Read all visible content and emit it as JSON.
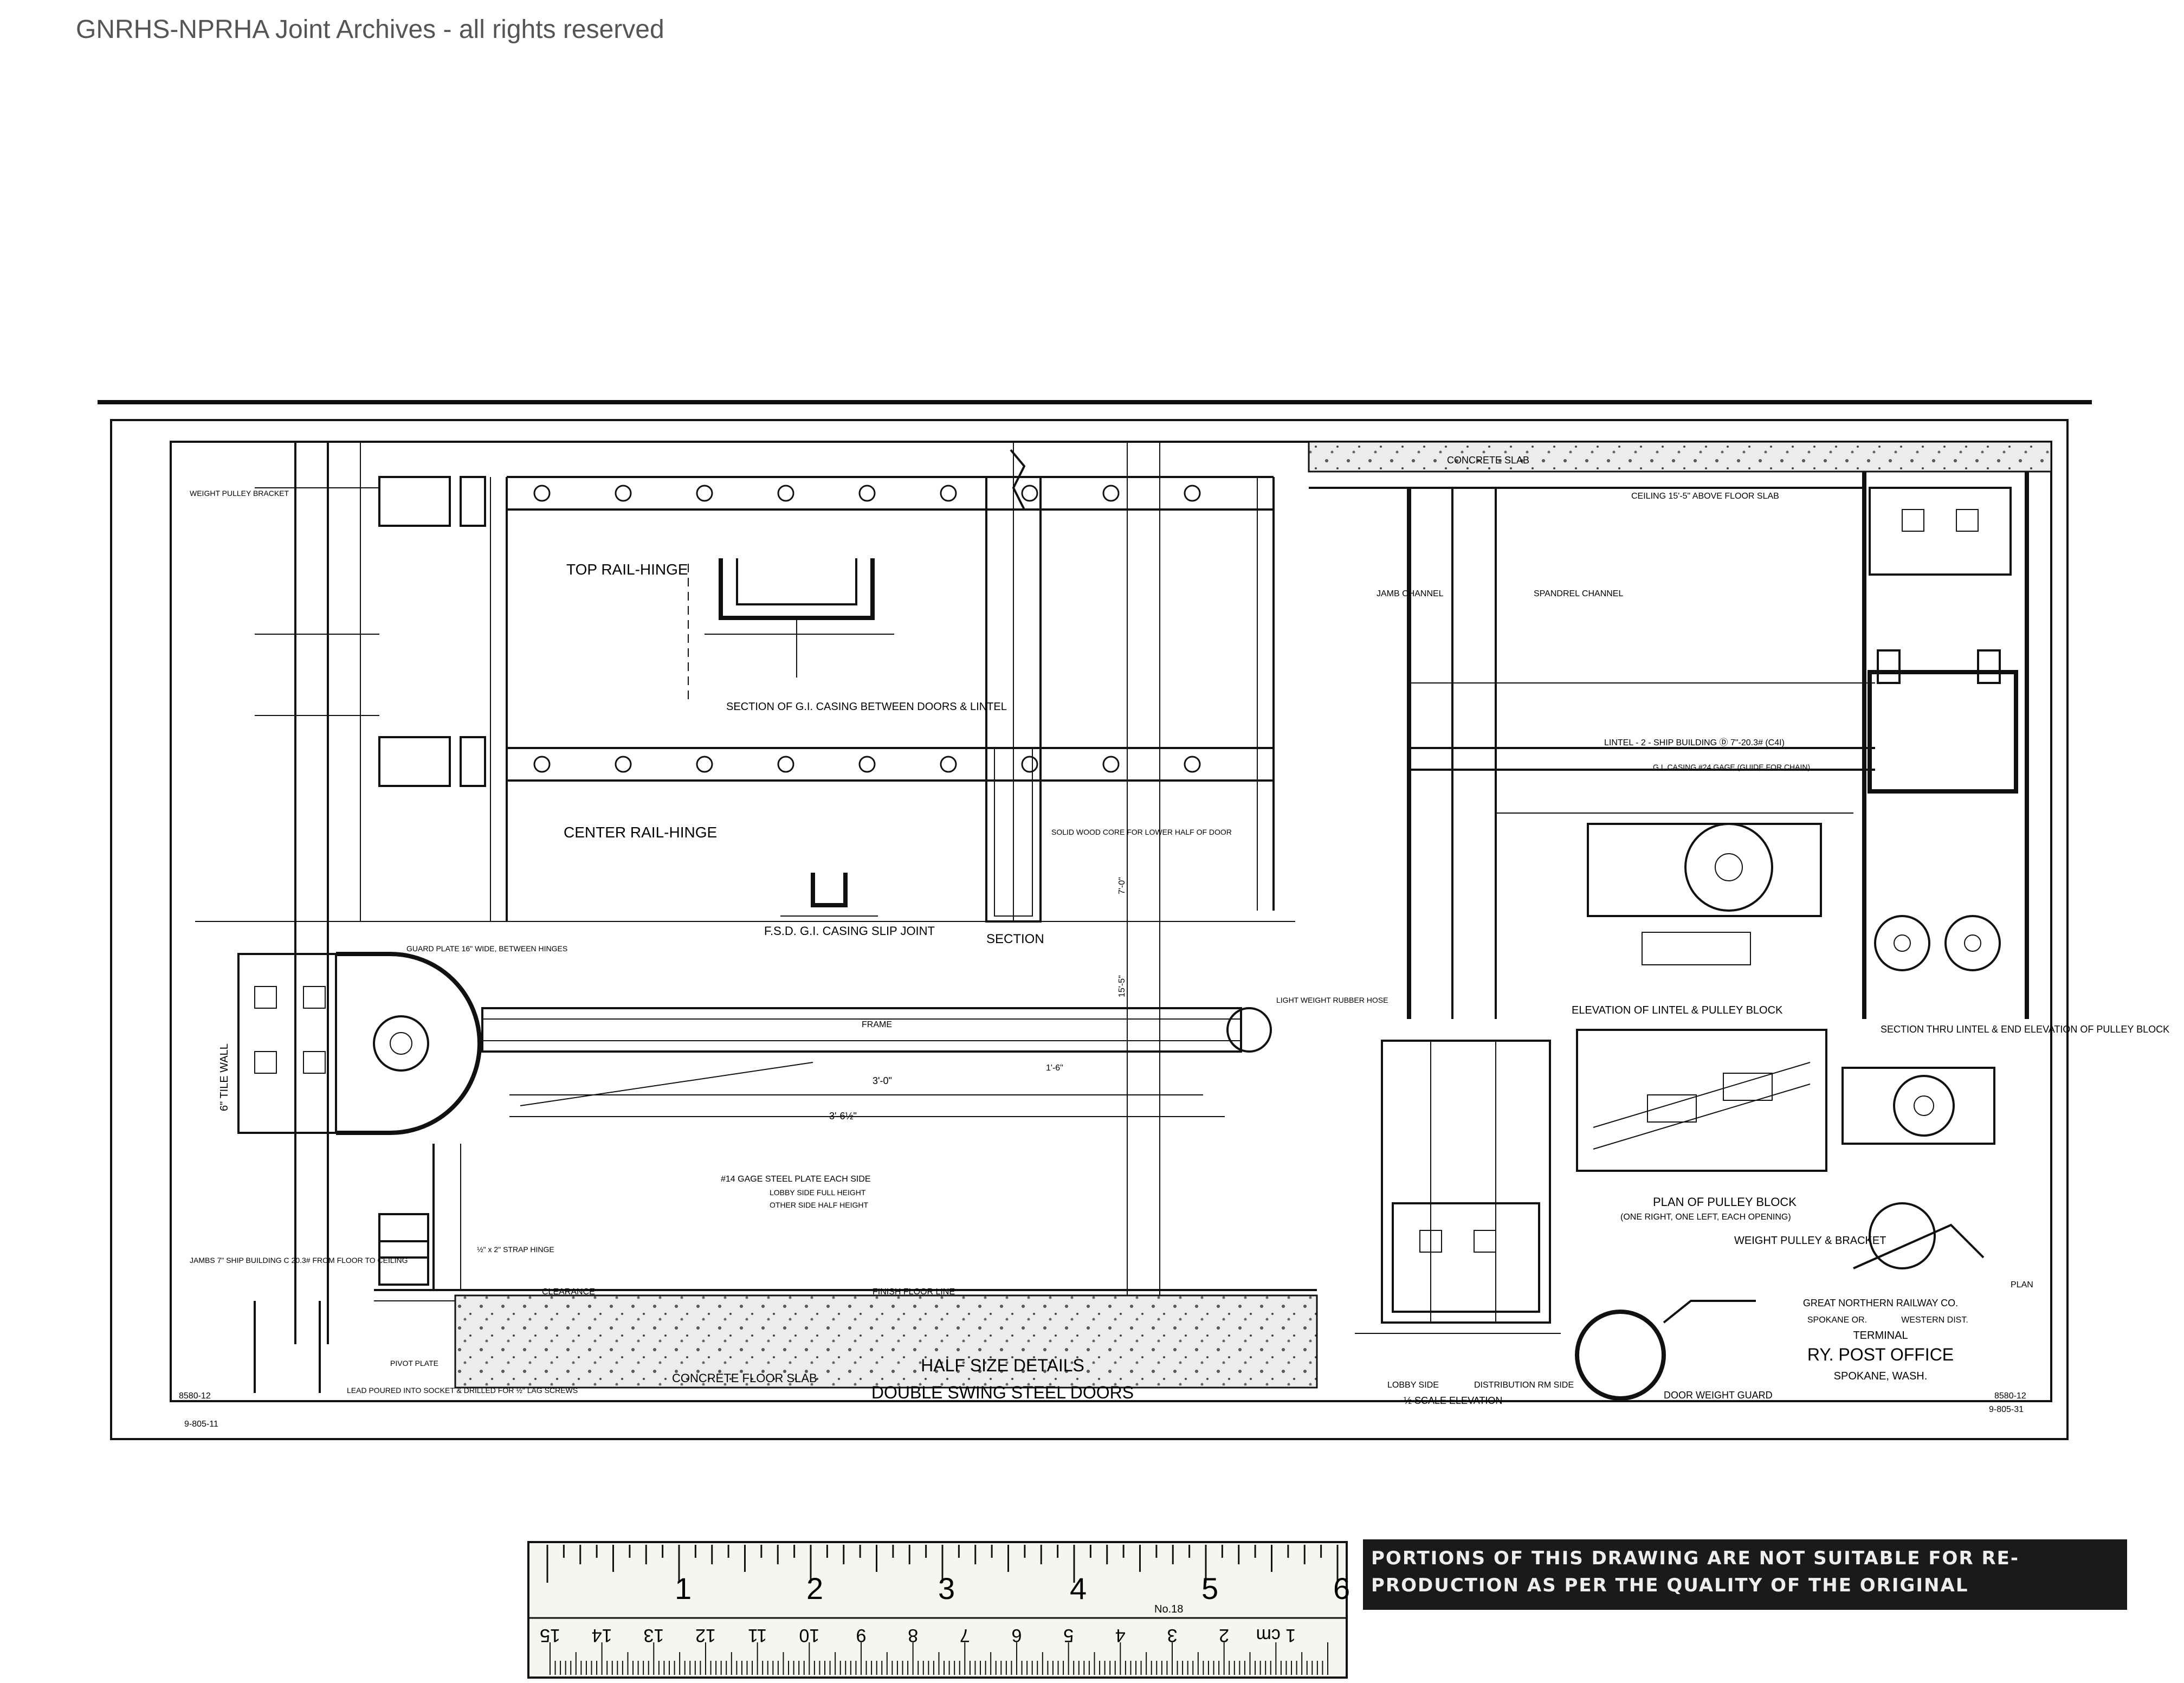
{
  "watermark": "GNRHS-NPRHA Joint Archives - all rights reserved",
  "drawing": {
    "views": {
      "top_rail_hinge": "TOP RAIL-HINGE",
      "center_rail_hinge": "CENTER RAIL-HINGE",
      "gi_casing_section": "SECTION OF G.I. CASING BETWEEN DOORS & LINTEL",
      "slip_joint": "F.S.D. G.I. CASING SLIP JOINT",
      "section": "SECTION",
      "elevation_lintel": "ELEVATION OF LINTEL & PULLEY BLOCK",
      "section_thru_lintel": "SECTION THRU LINTEL & END ELEVATION OF PULLEY BLOCK",
      "plan_pulley": "PLAN OF PULLEY BLOCK",
      "plan_pulley_sub": "(ONE RIGHT, ONE LEFT, EACH OPENING)",
      "weight_pulley": "WEIGHT PULLEY & BRACKET",
      "door_weight_guard": "DOOR WEIGHT GUARD",
      "plan": "PLAN",
      "lobby_side": "LOBBY SIDE",
      "distribution_side": "DISTRIBUTION RM SIDE",
      "half_scale": "½ SCALE ELEVATION",
      "concrete_floor": "CONCRETE FLOOR SLAB",
      "concrete_slab": "CONCRETE SLAB",
      "finish_floor": "FINISH FLOOR LINE",
      "clearance": "CLEARANCE",
      "tile_wall": "6\" TILE WALL",
      "frame": "FRAME",
      "ceiling": "CEILING 15'-5\" ABOVE FLOOR SLAB",
      "spandrel": "SPANDREL CHANNEL",
      "jamb_channel": "JAMB CHANNEL",
      "lintel": "LINTEL - 2 - SHIP BUILDING Ⓓ 7\"-20.3# (C4I)",
      "gi_casing": "G.I. CASING #24 GAGE (GUIDE FOR CHAIN)"
    },
    "notes": {
      "weight_pulley_bracket": "WEIGHT PULLEY BRACKET",
      "plate_14": "#14 GAGE STEEL PLATE EACH SIDE",
      "lobby_full": "LOBBY SIDE FULL HEIGHT",
      "other_half": "OTHER SIDE HALF HEIGHT",
      "guard_plate": "GUARD PLATE 16\" WIDE, BETWEEN HINGES",
      "light_weight": "LIGHT WEIGHT RUBBER HOSE",
      "solid_wood": "SOLID WOOD CORE FOR LOWER HALF OF DOOR",
      "strap_hinge": "½\" x 2\" STRAP HINGE",
      "pivot_plate": "PIVOT PLATE",
      "jambs": "JAMBS 7\" SHIP BUILDING C 20.3# FROM FLOOR TO CEILING",
      "lead_poured": "LEAD POURED INTO SOCKET & DRILLED FOR ½\" LAG SCREWS"
    },
    "dims": {
      "d1": "3'-0\"",
      "d2": "3'-6½\"",
      "d3": "1'-6\"",
      "d4": "7'-0\"",
      "d5": "15'-5\""
    },
    "title_block": {
      "title1": "HALF SIZE DETAILS",
      "title2": "DOUBLE SWING STEEL DOORS",
      "company": "GREAT NORTHERN RAILWAY CO.",
      "office": "SPOKANE OR.",
      "district": "WESTERN DIST.",
      "terminal": "TERMINAL",
      "project": "RY. POST OFFICE",
      "location": "SPOKANE, WASH.",
      "drawing_no": "8580-12",
      "file_no": "9-805-31",
      "left_no": "8580-12",
      "left_file": "9-805-11"
    }
  },
  "ruler": {
    "inches": [
      "1",
      "2",
      "3",
      "4",
      "5",
      "6"
    ],
    "cm": [
      "1 cm",
      "2",
      "3",
      "4",
      "5",
      "6",
      "7",
      "8",
      "9",
      "10",
      "11",
      "12",
      "13",
      "14",
      "15"
    ],
    "maker": "No.18",
    "banner": "PORTIONS OF THIS DRAWING ARE NOT SUITABLE FOR RE- PRODUCTION AS PER THE QUALITY OF THE ORIGINAL"
  }
}
